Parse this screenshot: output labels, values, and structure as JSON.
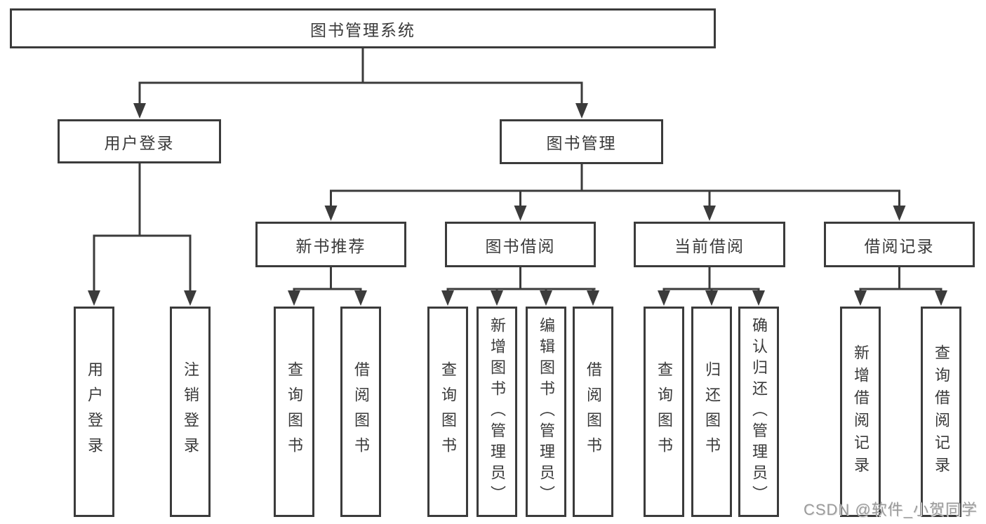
{
  "diagram": {
    "root": {
      "label": "图书管理系统"
    },
    "branches": [
      {
        "label": "用户登录"
      },
      {
        "label": "图书管理"
      }
    ],
    "sections": [
      {
        "label": "新书推荐"
      },
      {
        "label": "图书借阅"
      },
      {
        "label": "当前借阅"
      },
      {
        "label": "借阅记录"
      }
    ],
    "leaves": [
      {
        "label": "用户登录"
      },
      {
        "label": "注销登录"
      },
      {
        "label": "查询图书"
      },
      {
        "label": "借阅图书"
      },
      {
        "label": "查询图书"
      },
      {
        "label": "新增图书（管理员）"
      },
      {
        "label": "编辑图书（管理员）"
      },
      {
        "label": "借阅图书"
      },
      {
        "label": "查询图书"
      },
      {
        "label": "归还图书"
      },
      {
        "label": "确认归还（管理员）"
      },
      {
        "label": "新增借阅记录"
      },
      {
        "label": "查询借阅记录"
      }
    ]
  },
  "watermark": {
    "text": "CSDN @软件_小贺同学"
  },
  "colors": {
    "line": "#3b3b3b",
    "box_border": "#3b3b3b",
    "text": "#3a3a3a",
    "watermark_text": "#9b9b9b",
    "background": "#ffffff"
  }
}
